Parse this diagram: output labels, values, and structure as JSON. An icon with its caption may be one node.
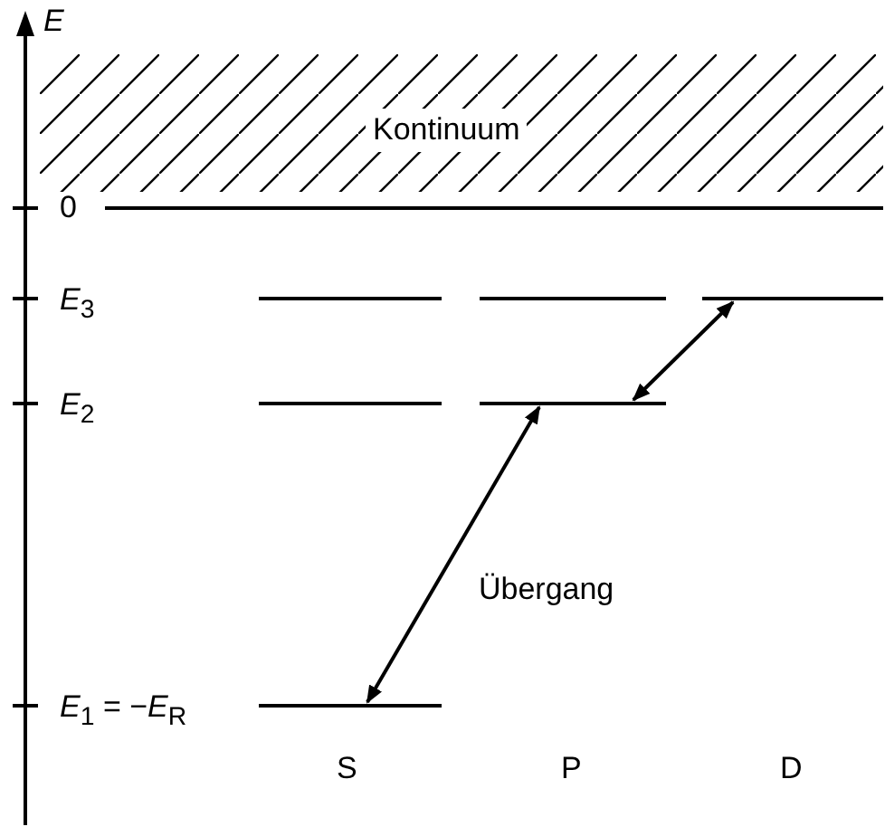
{
  "diagram": {
    "nodes": [
      {
        "text": [
          "Kontinuum"
        ]
      },
      {
        "text": [],
        "shape": "bar"
      },
      {
        "text": [],
        "shape": "bar"
      },
      {
        "text": [],
        "shape": "bar"
      },
      {
        "text": [],
        "shape": "bar"
      },
      {
        "text": [],
        "shape": "bar"
      },
      {
        "text": [],
        "shape": "bar"
      }
    ],
    "edges": [
      {
        "from": 6,
        "to": 5,
        "arrow": "both",
        "label": "Übergang"
      },
      {
        "from": 5,
        "to": 3,
        "arrow": "both"
      }
    ],
    "labels": [
      "*E*",
      "0",
      "*E*$_{3}$",
      "*E*$_{2}$",
      "*E*$_{1}$ = −*E*$_{R}$",
      "S",
      "P",
      "D"
    ]
  }
}
